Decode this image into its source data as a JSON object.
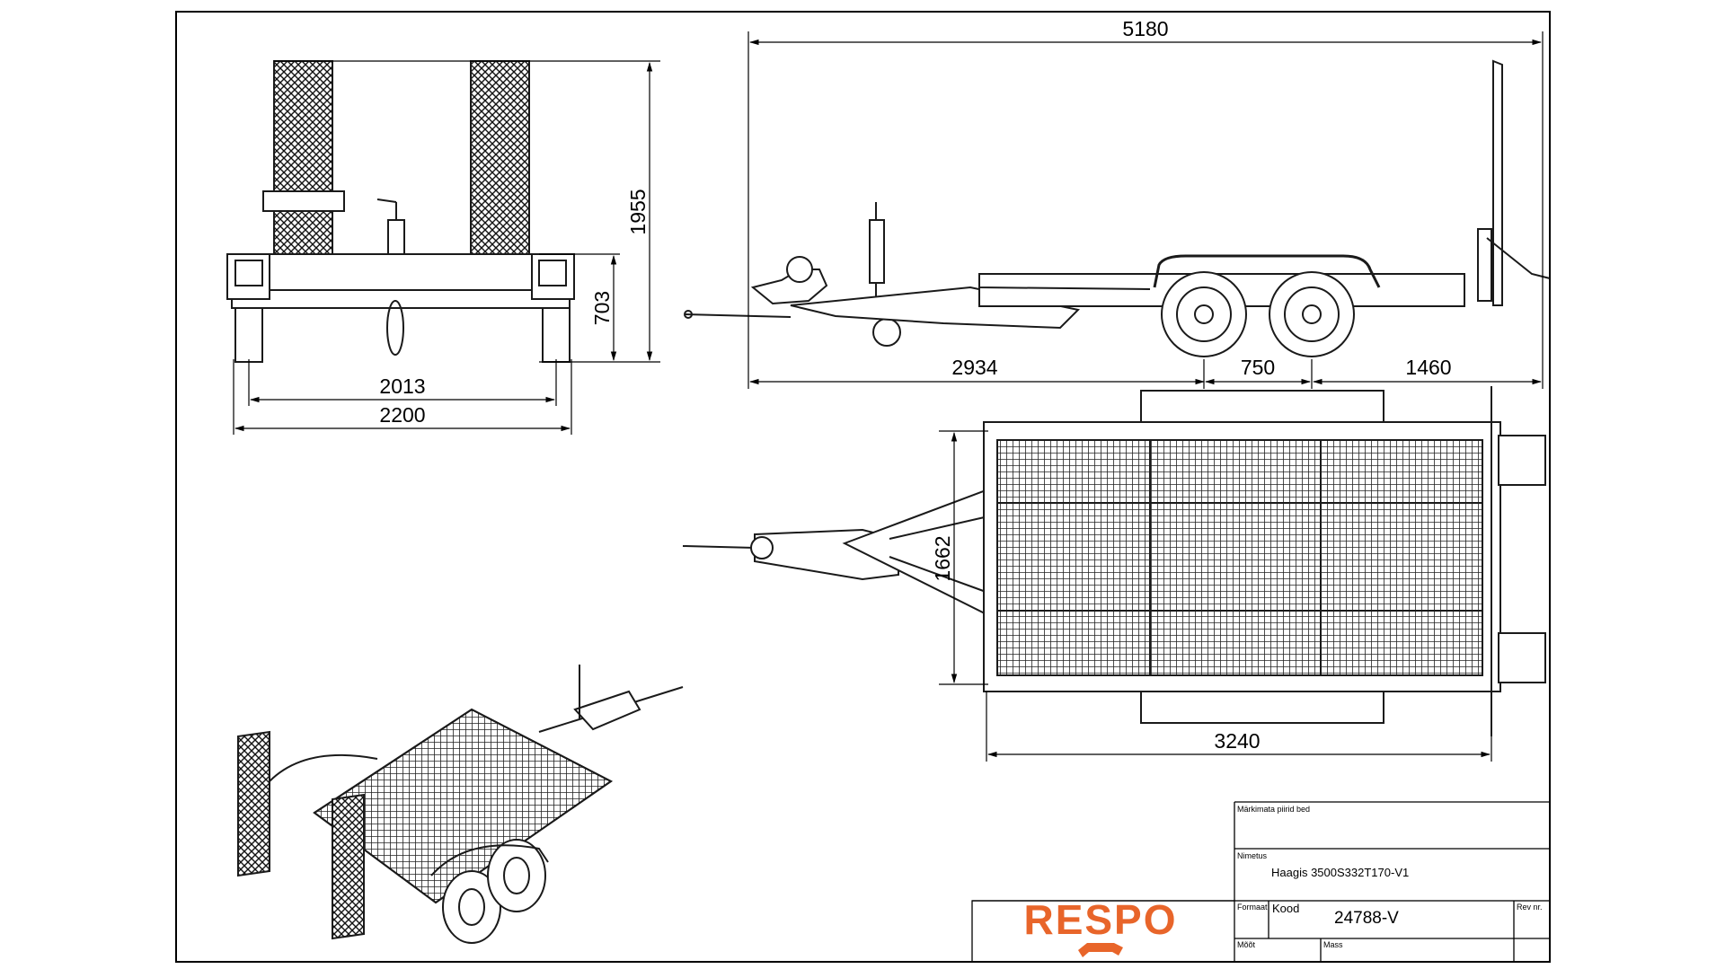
{
  "dimensions": {
    "total_length": "5180",
    "total_height": "1955",
    "deck_height": "703",
    "track_width": "2013",
    "total_width": "2200",
    "front_length": "2934",
    "axle_spacing": "750",
    "rear_overhang": "1460",
    "deck_width": "1662",
    "deck_length": "3240"
  },
  "title_block": {
    "marking_label": "Märkimata piirid bed",
    "name_label": "Nimetus",
    "name_value": "Haagis 3500S332T170-V1",
    "format_label": "Formaat",
    "code_label": "Kood",
    "code_value": "24788-V",
    "rev_label": "Rev nr.",
    "scale_label": "Mõõt",
    "mass_label": "Mass",
    "logo_text": "RESPO"
  },
  "colors": {
    "line": "#1a1a1a",
    "brand": "#e8652a"
  }
}
